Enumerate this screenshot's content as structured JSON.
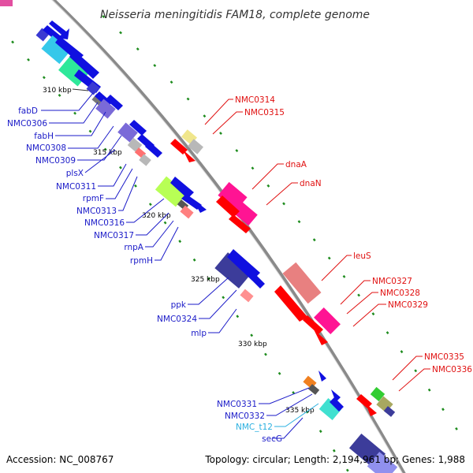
{
  "title": "Neisseria meningitidis FAM18, complete genome",
  "footer": {
    "accession": "Accession: NC_008767",
    "summary": "Topology: circular; Length: 2,194,961 bp; Genes: 1,988"
  },
  "ticks": [
    "310 kbp",
    "315 kbp",
    "320 kbp",
    "325 kbp",
    "330 kbp",
    "335 kbp"
  ],
  "labels": {
    "left": [
      "fabD",
      "NMC0306",
      "fabH",
      "NMC0308",
      "NMC0309",
      "plsX",
      "NMC0311",
      "rpmF",
      "NMC0313",
      "NMC0316",
      "NMC0317",
      "rnpA",
      "rpmH",
      "ppk",
      "NMC0324",
      "mlp",
      "NMC0331",
      "NMC0332",
      "NMC_t12",
      "secG"
    ],
    "right": [
      "NMC0314",
      "NMC0315",
      "dnaA",
      "dnaN",
      "leuS",
      "NMC0327",
      "NMC0328",
      "NMC0329",
      "NMC0335",
      "NMC0336"
    ]
  },
  "colors": {
    "left_label": "#1a1ac8",
    "right_label": "#e01010",
    "trna_label": "#2ab0e0",
    "backbone": "#888888",
    "dotted_track": "#1e8c1e"
  }
}
